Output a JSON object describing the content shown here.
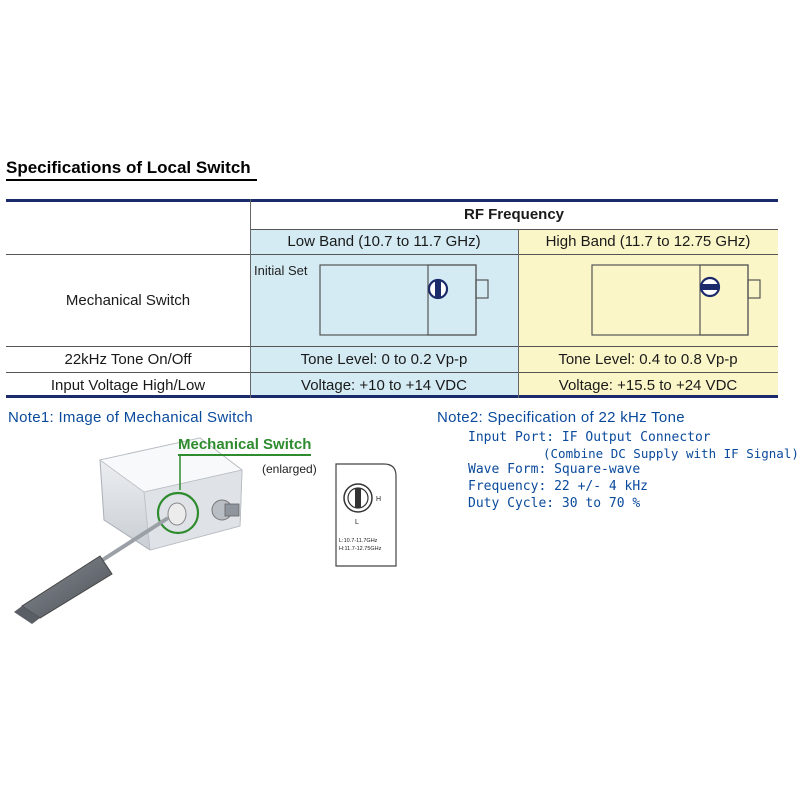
{
  "title": "Specifications of Local Switch",
  "table": {
    "rf_header": "RF Frequency",
    "low_band": "Low Band (10.7 to 11.7 GHz)",
    "high_band": "High Band (11.7 to 12.75 GHz)",
    "rows": {
      "mechanical_switch": "Mechanical Switch",
      "initial_set": "Initial Set",
      "tone_label": "22kHz Tone On/Off",
      "tone_low": "Tone Level: 0 to 0.2 Vp-p",
      "tone_high": "Tone Level: 0.4 to 0.8 Vp-p",
      "voltage_label": "Input Voltage High/Low",
      "voltage_low": "Voltage: +10 to +14 VDC",
      "voltage_high": "Voltage: +15.5 to +24 VDC"
    }
  },
  "note1": {
    "title": "Note1: Image of Mechanical Switch",
    "mechanical_switch_label": "Mechanical Switch",
    "enlarged": "(enlarged)",
    "dial_h": "H",
    "dial_l": "L",
    "dial_line1": "L:10.7-11.7GHz",
    "dial_line2": "H:11.7-12.75GHz"
  },
  "note2": {
    "title": "Note2: Specification of 22 kHz Tone",
    "input_port": "Input Port: IF Output Connector",
    "combine": "(Combine DC Supply with IF Signal)",
    "wave_form": "Wave Form: Square-wave",
    "frequency": "Frequency: 22 +/- 4 kHz",
    "duty_cycle": "Duty Cycle: 30 to 70 %"
  },
  "colors": {
    "low_band_bg": "#d4ebf4",
    "high_band_bg": "#fbf6c8",
    "header_text": "#0a3a8c",
    "note_text": "#0a4a9c",
    "label_green": "#2e8b2e"
  }
}
